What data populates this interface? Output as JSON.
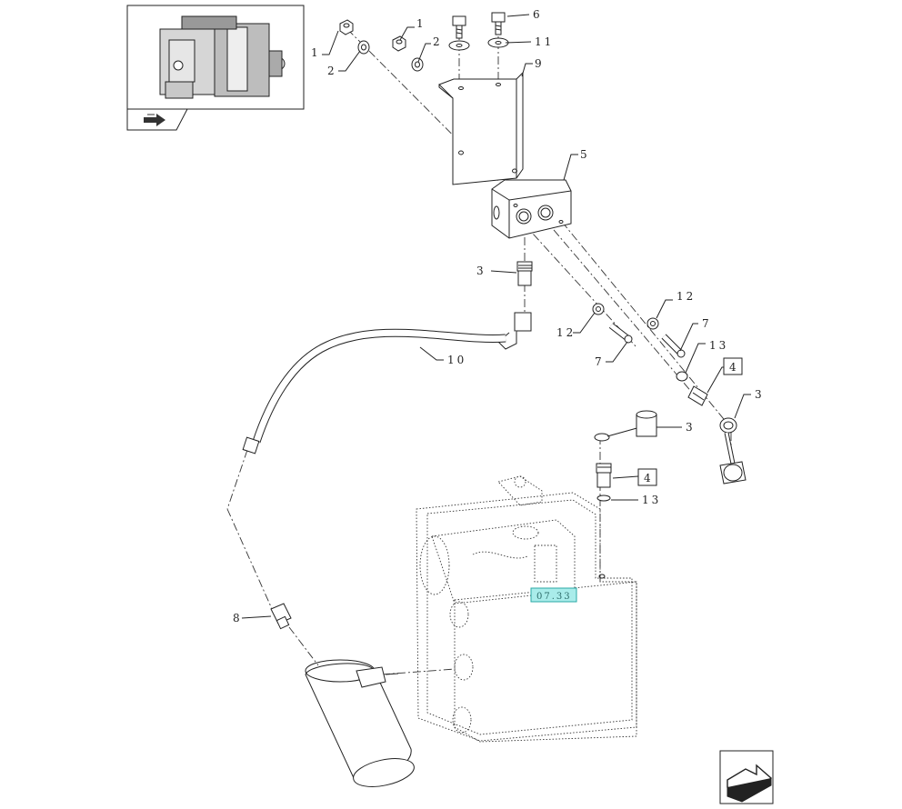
{
  "callouts": {
    "c1a": "1",
    "c1b": "1",
    "c2a": "2",
    "c2b": "2",
    "c3a": "3",
    "c3b": "3",
    "c3c": "3",
    "c4a": "4",
    "c4b": "4",
    "c5": "5",
    "c6": "6",
    "c7a": "7",
    "c7b": "7",
    "c8": "8",
    "c9": "9",
    "c10": "10",
    "c11": "11",
    "c12a": "12",
    "c12b": "12",
    "c13a": "13",
    "c13b": "13"
  },
  "reference_tag": "07.33",
  "icons": {
    "thumbnail_nav": "previous-page-arrow-icon",
    "next": "next-page-arrow-icon"
  }
}
